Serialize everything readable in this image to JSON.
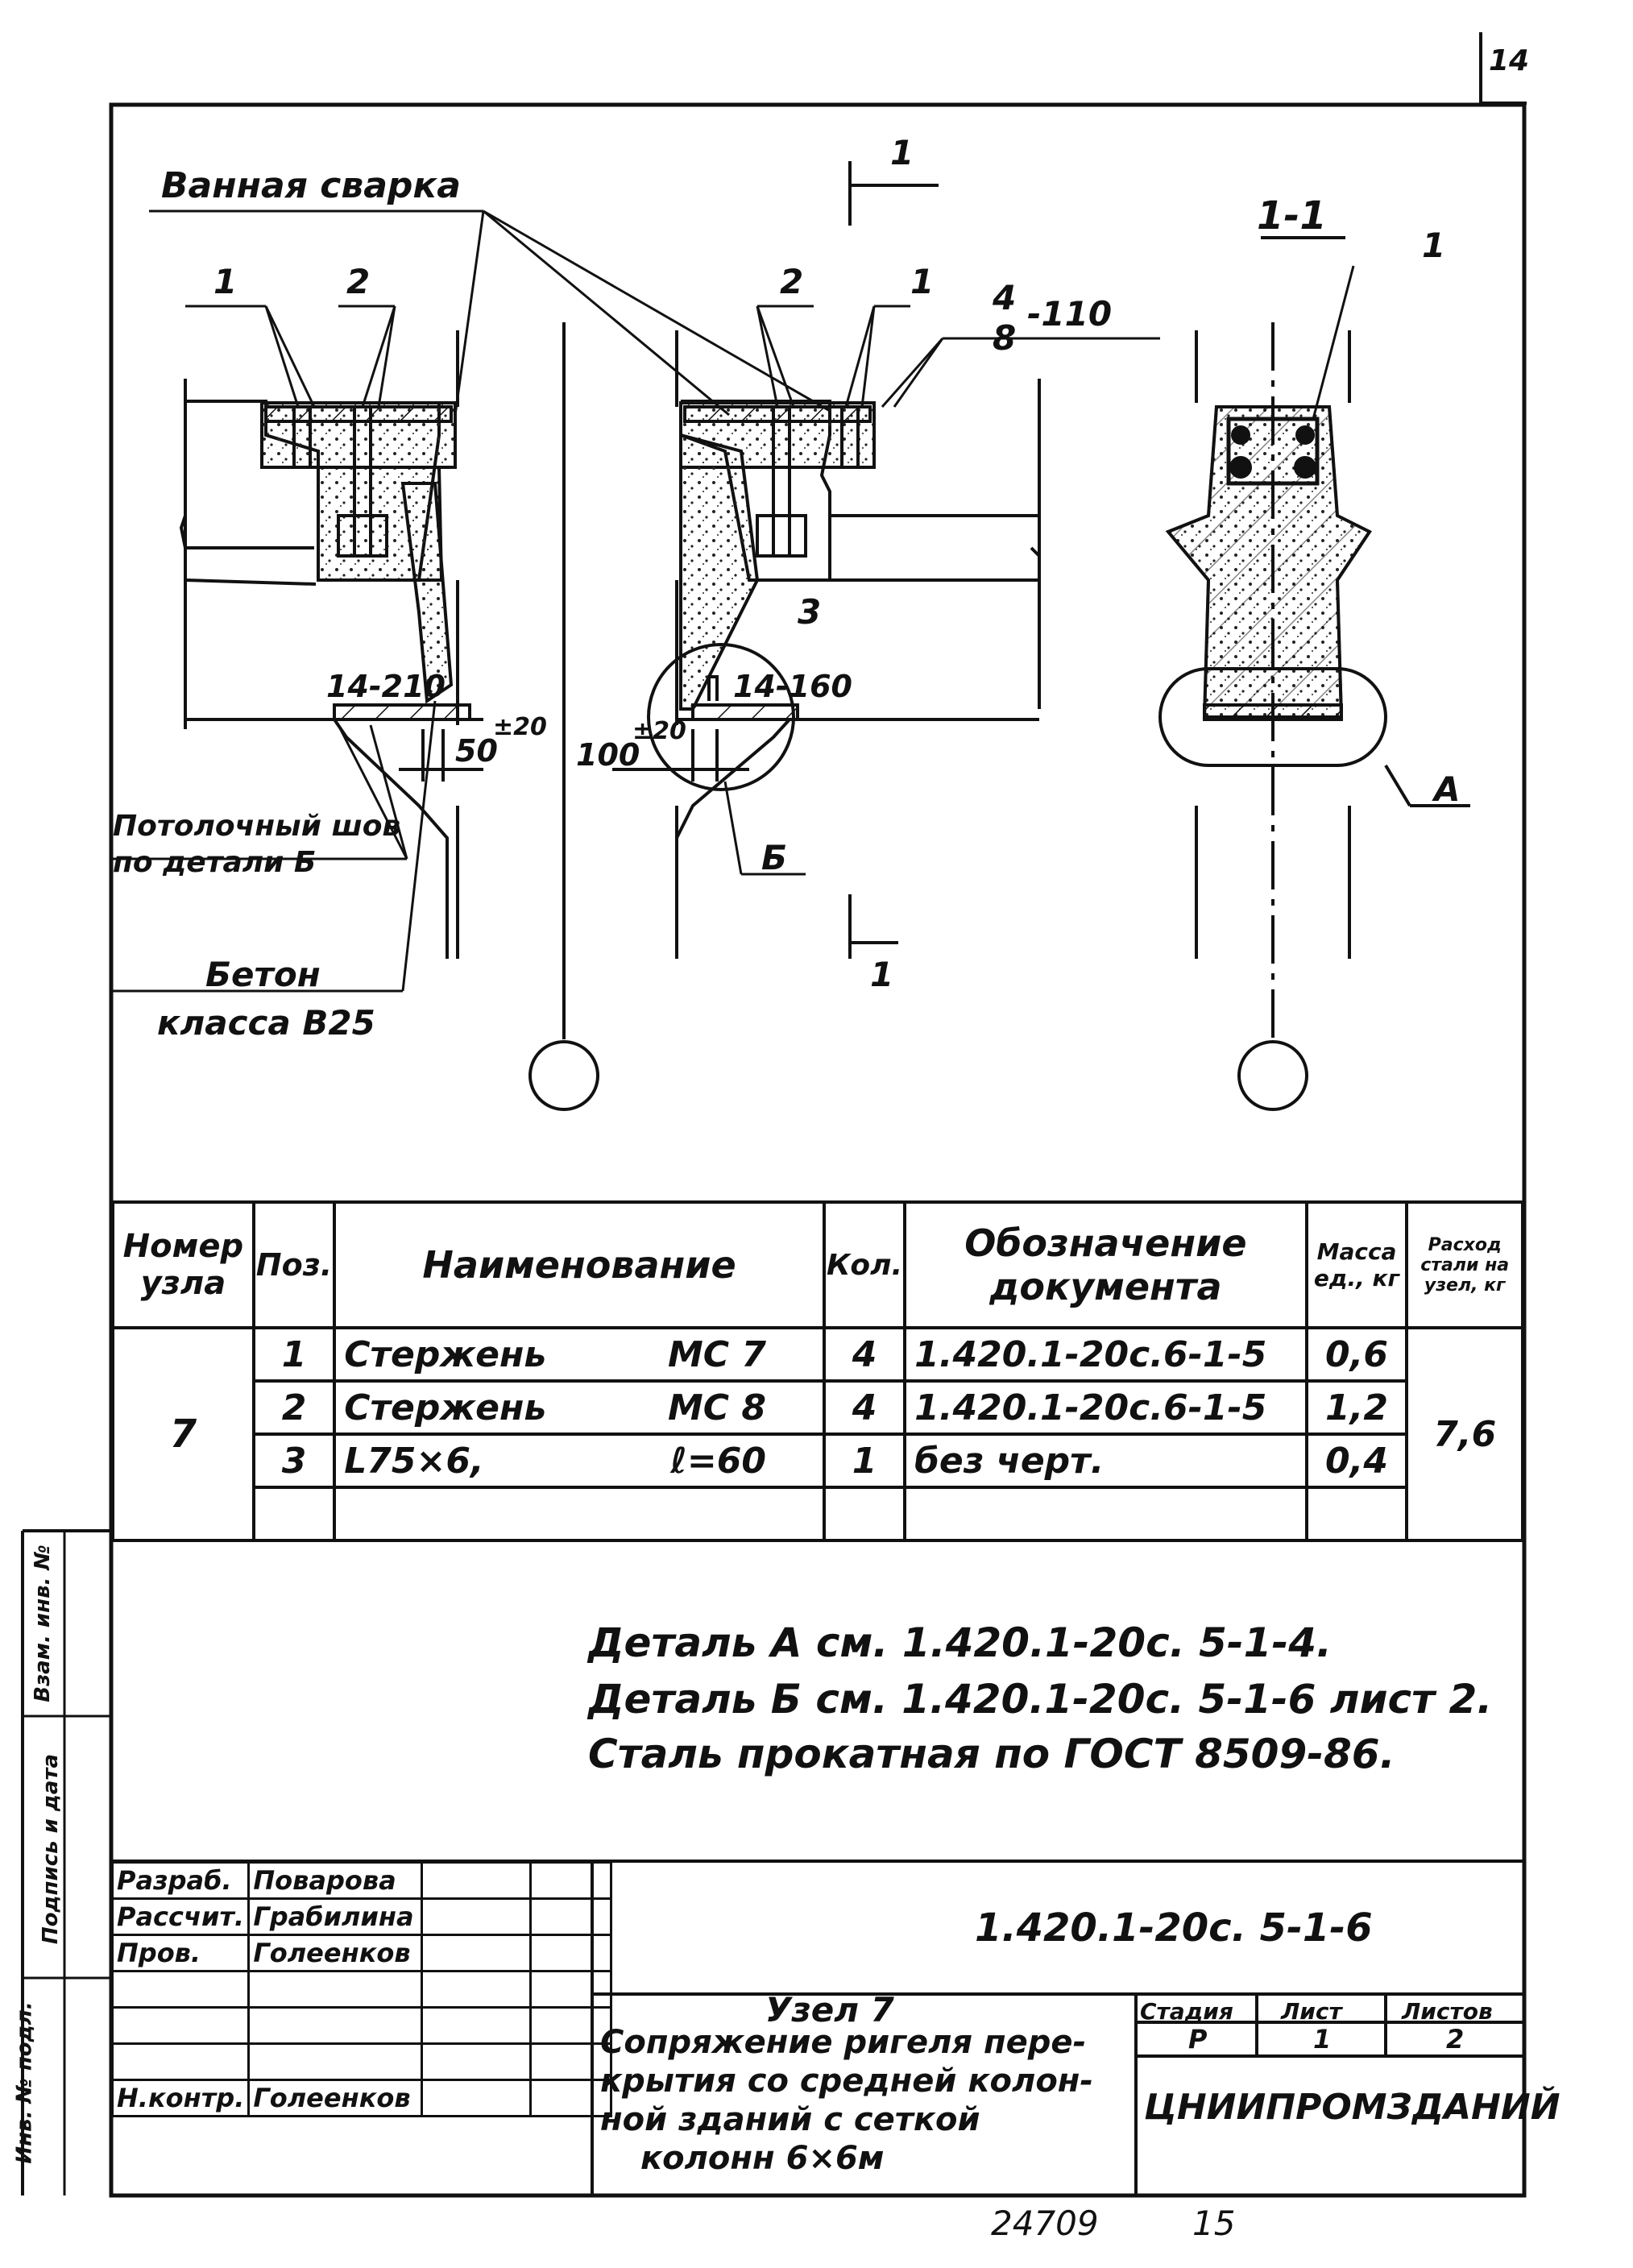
{
  "sheet_corner_number": "14",
  "drawing": {
    "callouts": {
      "bath_weld": "Ванная сварка",
      "left_pos1": "1",
      "left_pos2": "2",
      "right_pos2": "2",
      "right_pos1": "1",
      "fraction_top": "4",
      "fraction_bottom": "8",
      "fraction_suffix": "-110",
      "section_mark_top": "1",
      "section_mark_bottom": "1",
      "section_title": "1-1",
      "section_pos1": "1",
      "pos3": "3",
      "dim_left_weld": "14-210",
      "dim_right_weld": "14-160",
      "dim_50": "50",
      "tol_50": "±20",
      "dim_100": "100",
      "tol_100": "±20",
      "ceiling_seam_1": "Потолочный шов",
      "ceiling_seam_2": "по детали Б",
      "detail_B": "Б",
      "detail_A": "А",
      "concrete_1": "Бетон",
      "concrete_2": "класса В25"
    }
  },
  "spec_table": {
    "headers": {
      "node": "Номер узла",
      "pos": "Поз.",
      "name": "Наименование",
      "qty": "Кол.",
      "doc": "Обозначение документа",
      "mass": "Масса ед., кг",
      "steel": "Расход стали на узел, кг"
    },
    "node_number": "7",
    "total_steel": "7,6",
    "rows": [
      {
        "pos": "1",
        "name": "Стержень",
        "mark": "МС 7",
        "qty": "4",
        "doc": "1.420.1-20с.6-1-5",
        "mass": "0,6"
      },
      {
        "pos": "2",
        "name": "Стержень",
        "mark": "МС 8",
        "qty": "4",
        "doc": "1.420.1-20с.6-1-5",
        "mass": "1,2"
      },
      {
        "pos": "3",
        "name": "L75×6,",
        "mark": "ℓ=60",
        "qty": "1",
        "doc": "без черт.",
        "mass": "0,4"
      }
    ]
  },
  "notes": [
    "Деталь А см. 1.420.1-20с. 5-1-4.",
    "Деталь Б см. 1.420.1-20с. 5-1-6 лист 2.",
    "Сталь прокатная по ГОСТ 8509-86."
  ],
  "side_stamp": {
    "inv_original": "Инв. № подл.",
    "sign_date": "Подпись и дата",
    "replace_inv": "Взам. инв. №"
  },
  "title_block": {
    "doc_code": "1.420.1-20с. 5-1-6",
    "roles": [
      {
        "role": "Разраб.",
        "name": "Поварова"
      },
      {
        "role": "Рассчит.",
        "name": "Грабилина"
      },
      {
        "role": "Пров.",
        "name": "Голеенков"
      },
      {
        "role": "",
        "name": ""
      },
      {
        "role": "",
        "name": ""
      },
      {
        "role": "",
        "name": ""
      },
      {
        "role": "Н.контр.",
        "name": "Голеенков"
      }
    ],
    "title_line1": "Узел 7",
    "title_line2": "Сопряжение ригеля пере-",
    "title_line3": "крытия со средней колон-",
    "title_line4": "ной зданий с сеткой",
    "title_line5": "колонн 6×6м",
    "stage_label": "Стадия",
    "sheet_label": "Лист",
    "sheets_label": "Листов",
    "stage": "Р",
    "sheet": "1",
    "sheets": "2",
    "organization": "ЦНИИПРОМЗДАНИЙ"
  },
  "footer_numbers": {
    "archive": "24709",
    "page": "15"
  }
}
